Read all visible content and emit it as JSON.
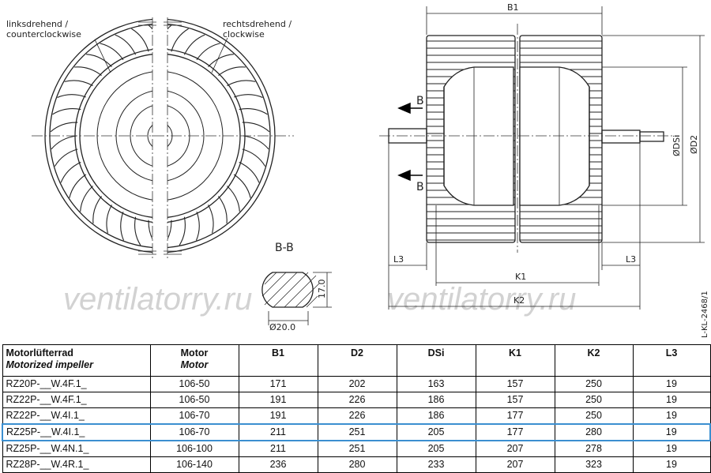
{
  "drawing": {
    "rotation_left_de": "linksdrehend /",
    "rotation_left_en": "counterclockwise",
    "rotation_right_de": "rechtsdrehend /",
    "rotation_right_en": "clockwise",
    "section_title": "B-B",
    "section_marker": "B",
    "shaft_diameter": "Ø20.0",
    "shaft_flat": "17.0",
    "dim_b1": "B1",
    "dim_k1": "K1",
    "dim_k2": "K2",
    "dim_l3": "L3",
    "dim_dsi": "ØDSi",
    "dim_d2": "ØD2",
    "drawing_number": "L-KL-2468/1",
    "watermark": "ventilatorry.ru"
  },
  "table": {
    "headers": [
      {
        "main": "Motorlüfterrad",
        "sub": "Motorized impeller"
      },
      {
        "main": "Motor",
        "sub": "Motor"
      },
      {
        "main": "B1",
        "sub": ""
      },
      {
        "main": "D2",
        "sub": ""
      },
      {
        "main": "DSi",
        "sub": ""
      },
      {
        "main": "K1",
        "sub": ""
      },
      {
        "main": "K2",
        "sub": ""
      },
      {
        "main": "L3",
        "sub": ""
      }
    ],
    "rows": [
      [
        "RZ20P-__W.4F.1_",
        "106-50",
        "171",
        "202",
        "163",
        "157",
        "250",
        "19"
      ],
      [
        "RZ22P-__W.4F.1_",
        "106-50",
        "191",
        "226",
        "186",
        "157",
        "250",
        "19"
      ],
      [
        "RZ22P-__W.4I.1_",
        "106-70",
        "191",
        "226",
        "186",
        "177",
        "250",
        "19"
      ],
      [
        "RZ25P-__W.4I.1_",
        "106-70",
        "211",
        "251",
        "205",
        "177",
        "280",
        "19"
      ],
      [
        "RZ25P-__W.4N.1_",
        "106-100",
        "211",
        "251",
        "205",
        "207",
        "278",
        "19"
      ],
      [
        "RZ28P-__W.4R.1_",
        "106-140",
        "236",
        "280",
        "233",
        "207",
        "323",
        "19"
      ]
    ],
    "highlighted_row": 3,
    "highlight_color": "#3b8fd0"
  }
}
